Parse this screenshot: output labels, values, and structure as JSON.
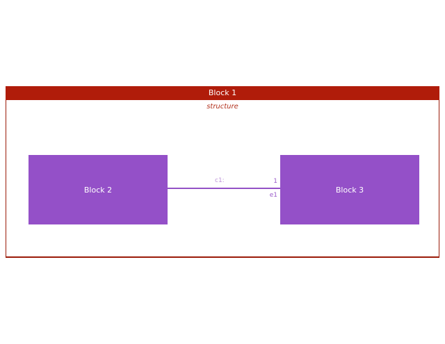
{
  "diagram": {
    "frame_title": "Block 1",
    "compartment_label": "structure",
    "blocks": [
      {
        "id": "block2",
        "label": "Block 2"
      },
      {
        "id": "block3",
        "label": "Block 3"
      }
    ],
    "connector": {
      "name_label": "c1:",
      "multiplicity_label": "1",
      "end_label": "e1"
    },
    "colors": {
      "title_bar": "#b01c0a",
      "frame_border": "#9a1a08",
      "structure_text": "#b2301c",
      "block_fill": "#9450c8",
      "block_text": "#ffffff",
      "connector_line": "#9352c6",
      "connector_name_text": "#bd93d8",
      "connector_end_text": "#9959c9"
    }
  }
}
